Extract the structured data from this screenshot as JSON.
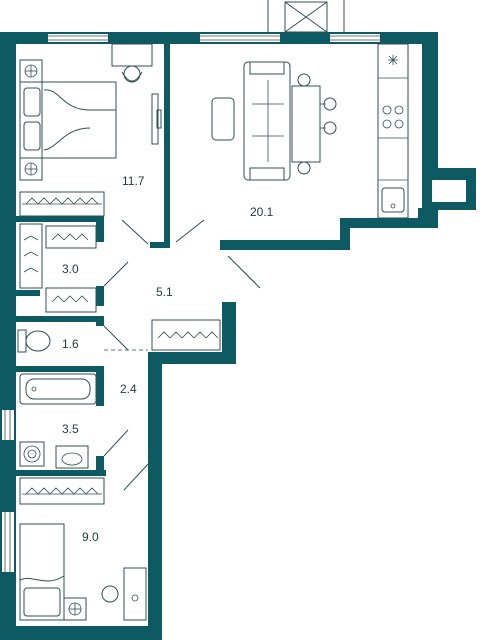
{
  "floorplan": {
    "rooms": [
      {
        "id": "bedroom-1",
        "area": "11.7"
      },
      {
        "id": "living-kitchen",
        "area": "20.1"
      },
      {
        "id": "closet",
        "area": "3.0"
      },
      {
        "id": "hallway",
        "area": "5.1"
      },
      {
        "id": "toilet",
        "area": "1.6"
      },
      {
        "id": "corridor",
        "area": "2.4"
      },
      {
        "id": "bathroom",
        "area": "3.5"
      },
      {
        "id": "bedroom-2",
        "area": "9.0"
      }
    ],
    "colors": {
      "wall": "#0d5a63",
      "line": "#2f4f55",
      "text": "#1d3b3f",
      "background": "#ffffff"
    },
    "icons": [
      "snowflake-icon",
      "radiator-icon",
      "hanger-icon",
      "stove-icon",
      "sink-icon",
      "toilet-icon",
      "bathtub-icon",
      "washing-machine-icon"
    ]
  }
}
